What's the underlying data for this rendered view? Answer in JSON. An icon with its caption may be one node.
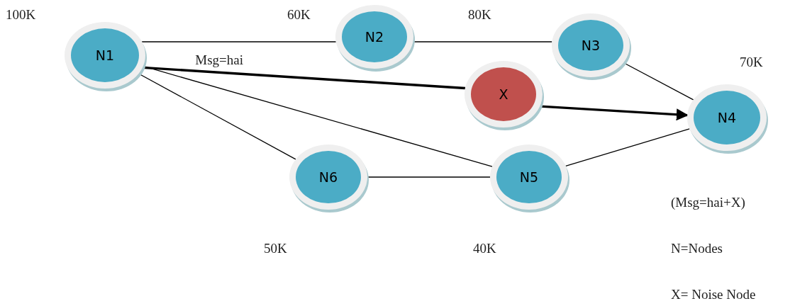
{
  "diagram": {
    "nodes": [
      {
        "text": [
          "N1"
        ],
        "beside": [
          "100K"
        ]
      },
      {
        "text": [
          "N2"
        ],
        "beside": [
          "60K"
        ]
      },
      {
        "text": [
          "N3"
        ]
      },
      {
        "text": [
          "X"
        ]
      },
      {
        "text": [
          "N4"
        ],
        "beside": [
          "70K"
        ]
      },
      {
        "text": [
          "N6"
        ],
        "beside": [
          "50K"
        ]
      },
      {
        "text": [
          "N5"
        ],
        "beside": [
          "40K"
        ]
      }
    ],
    "edges": [
      {
        "from": 0,
        "to": 1,
        "arrow": "none"
      },
      {
        "from": 1,
        "to": 2,
        "arrow": "none"
      },
      {
        "from": 2,
        "to": 4,
        "arrow": "none"
      },
      {
        "from": 0,
        "to": 3,
        "arrow": "none",
        "label": "Msg=hai",
        "style": "thick"
      },
      {
        "from": 3,
        "to": 4,
        "arrow": "to",
        "style": "thick"
      },
      {
        "from": 0,
        "to": 6,
        "arrow": "none"
      },
      {
        "from": 0,
        "to": 5,
        "arrow": "none"
      },
      {
        "from": 5,
        "to": 6,
        "arrow": "none"
      },
      {
        "from": 6,
        "to": 4,
        "arrow": "none"
      }
    ],
    "labels": [
      "80K",
      "(Msg=hai+X)",
      "N=Nodes",
      "X= Noise Node"
    ]
  }
}
